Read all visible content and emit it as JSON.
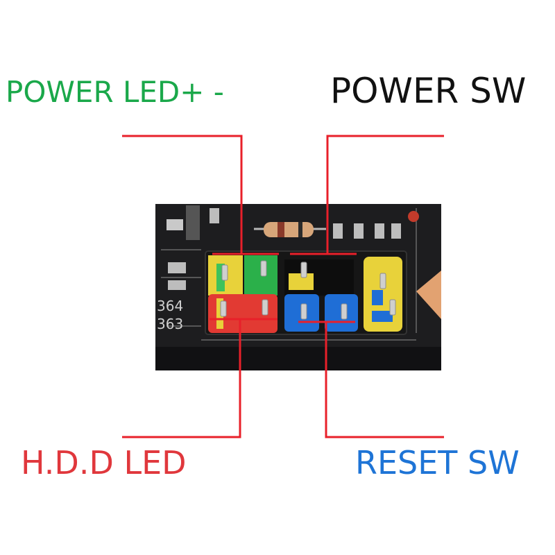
{
  "labels": {
    "power_led": "POWER LED+ -",
    "power_sw": "POWER SW",
    "hdd_led": "H.D.D LED",
    "reset_sw": "RESET SW"
  },
  "board_markings": {
    "line1": "364",
    "line2": "363"
  },
  "colors": {
    "power_led": "#1aa84a",
    "power_sw": "#111111",
    "hdd_led": "#e0373c",
    "reset_sw": "#1e74d6",
    "leader_line": "#e8202a",
    "board": "#1d1d1f",
    "pin_yellow": "#e8d23a",
    "pin_green": "#2bb04a",
    "pin_red": "#e23a33",
    "pin_blue": "#1f6ed6"
  }
}
